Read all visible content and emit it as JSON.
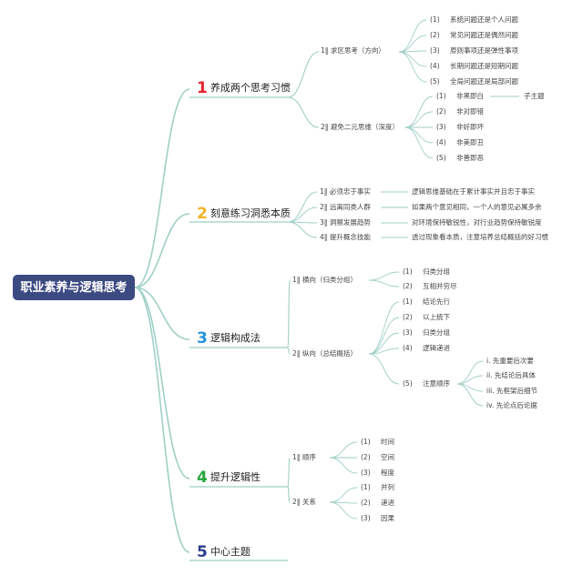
{
  "root": "职业素养与逻辑思考",
  "colors": {
    "b1": "#e8232d",
    "b2": "#f2b423",
    "b3": "#2592d9",
    "b4": "#27a43d",
    "b5": "#2c3d8e",
    "line": "#9fcfc6"
  },
  "branches": [
    {
      "num": "1",
      "title": "养成两个思考习惯",
      "subs": [
        {
          "label": "1‖ 求区思考（方向）",
          "items": [
            {
              "idx": "(1)",
              "text": "系统问题还是个人问题"
            },
            {
              "idx": "(2)",
              "text": "常见问题还是偶然问题"
            },
            {
              "idx": "(3)",
              "text": "原则事项还是弹性事项"
            },
            {
              "idx": "(4)",
              "text": "长期问题还是短期问题"
            },
            {
              "idx": "(5)",
              "text": "全局问题还是局部问题"
            }
          ]
        },
        {
          "label": "2‖ 避免二元思维（深度）",
          "items": [
            {
              "idx": "(1)",
              "text": "非黑即白",
              "extra": "子主题"
            },
            {
              "idx": "(2)",
              "text": "非对即错"
            },
            {
              "idx": "(3)",
              "text": "非好即坏"
            },
            {
              "idx": "(4)",
              "text": "非美即丑"
            },
            {
              "idx": "(5)",
              "text": "非善即恶"
            }
          ]
        }
      ]
    },
    {
      "num": "2",
      "title": "刻意练习洞悉本质",
      "subs": [
        {
          "label": "1‖ 必须忠于事实",
          "items": [
            {
              "text": "逻辑思维基础在于累计事实并且忠于事实"
            }
          ]
        },
        {
          "label": "2‖ 远离同类人群",
          "items": [
            {
              "text": "如果两个意见相同，一个人的意见必属多余"
            }
          ]
        },
        {
          "label": "3‖ 洞察发展趋势",
          "items": [
            {
              "text": "对环境保持敏锐性，对行业趋势保持敏锐度"
            }
          ]
        },
        {
          "label": "4‖ 提升概念技能",
          "items": [
            {
              "text": "透过现象看本质，注意培养总结概括的好习惯"
            }
          ]
        }
      ]
    },
    {
      "num": "3",
      "title": "逻辑构成法",
      "subs": [
        {
          "label": "1‖ 横向（归类分组）",
          "items": [
            {
              "idx": "(1)",
              "text": "归类分组"
            },
            {
              "idx": "(2)",
              "text": "互相并穷尽"
            }
          ]
        },
        {
          "label": "2‖ 纵向（总结概括）",
          "items": [
            {
              "idx": "(1)",
              "text": "结论先行"
            },
            {
              "idx": "(2)",
              "text": "以上统下"
            },
            {
              "idx": "(3)",
              "text": "归类分组"
            },
            {
              "idx": "(4)",
              "text": "逻辑递进"
            },
            {
              "idx": "(5)",
              "text": "注意顺序",
              "children": [
                "i. 先重要后次要",
                "ii. 先结论后具体",
                "iii. 先框架后细节",
                "iv. 先论点后论据"
              ]
            }
          ]
        }
      ]
    },
    {
      "num": "4",
      "title": "提升逻辑性",
      "subs": [
        {
          "label": "1‖ 顺序",
          "items": [
            {
              "idx": "(1)",
              "text": "时间"
            },
            {
              "idx": "(2)",
              "text": "空间"
            },
            {
              "idx": "(3)",
              "text": "程度"
            }
          ]
        },
        {
          "label": "2‖ 关系",
          "items": [
            {
              "idx": "(1)",
              "text": "并列"
            },
            {
              "idx": "(2)",
              "text": "递进"
            },
            {
              "idx": "(3)",
              "text": "因果"
            }
          ]
        }
      ]
    },
    {
      "num": "5",
      "title": "中心主题",
      "subs": []
    }
  ]
}
